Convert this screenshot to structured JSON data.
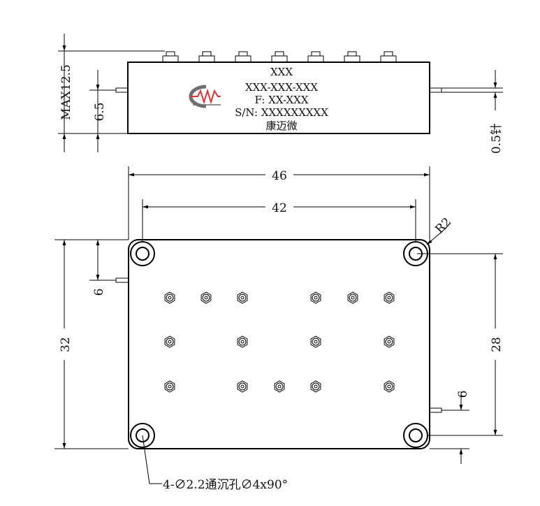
{
  "side_view": {
    "label_lines": [
      "XXX",
      "XXX-XXX-XXX",
      "F: XX-XXX",
      "S/N: XXXXXXXXX",
      "康迈微"
    ],
    "dim_max_height": "MAX12.5",
    "dim_pin_height": "6.5",
    "dim_pin_note": "0.5针"
  },
  "top_view": {
    "dim_width_outer": "46",
    "dim_width_holes": "42",
    "dim_corner_radius": "R2",
    "dim_height_outer": "32",
    "dim_height_holes": "28",
    "dim_left_pin_offset": "6",
    "dim_right_pin_offset": "6",
    "hole_note": "4-∅2.2通沉孔∅4x90°"
  },
  "colors": {
    "logo_gray": "#6f6f6f",
    "logo_red": "#e03030",
    "line": "#000000"
  }
}
